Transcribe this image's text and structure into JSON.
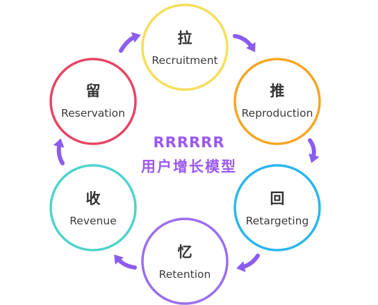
{
  "colors": {
    "arrow": "#8b5cf0",
    "center_text": "#9b59f2",
    "recruitment": "#f5de5c",
    "reproduction": "#f5a623",
    "retargeting": "#29b6f0",
    "retention": "#9a6ef0",
    "revenue": "#4fd3cc",
    "reservation": "#e54564"
  },
  "center": {
    "line1": "RRRRRR",
    "line2": "用户增长模型"
  },
  "stages": [
    {
      "id": "recruitment",
      "cn": "拉",
      "en": "Recruitment",
      "color": "#f5de5c"
    },
    {
      "id": "reproduction",
      "cn": "推",
      "en": "Reproduction",
      "color": "#f5a623"
    },
    {
      "id": "retargeting",
      "cn": "回",
      "en": "Retargeting",
      "color": "#29b6f0"
    },
    {
      "id": "retention",
      "cn": "忆",
      "en": "Retention",
      "color": "#9a6ef0"
    },
    {
      "id": "revenue",
      "cn": "收",
      "en": "Revenue",
      "color": "#4fd3cc"
    },
    {
      "id": "reservation",
      "cn": "留",
      "en": "Reservation",
      "color": "#e54564"
    }
  ],
  "arrows": [
    {
      "from": "reservation",
      "to": "recruitment"
    },
    {
      "from": "recruitment",
      "to": "reproduction"
    },
    {
      "from": "reproduction",
      "to": "retargeting"
    },
    {
      "from": "retargeting",
      "to": "retention"
    },
    {
      "from": "retention",
      "to": "revenue"
    },
    {
      "from": "revenue",
      "to": "reservation"
    }
  ]
}
